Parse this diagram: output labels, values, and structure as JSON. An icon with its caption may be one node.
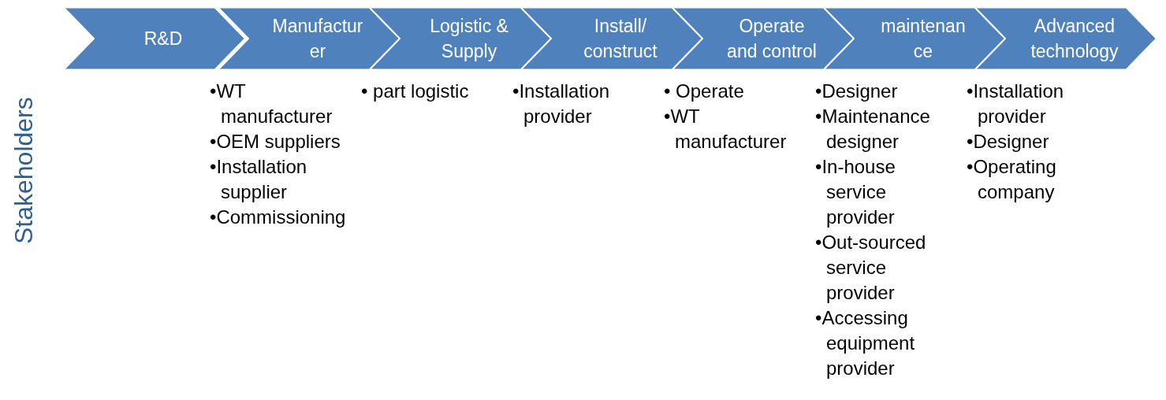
{
  "diagram": {
    "nodes": [
      {
        "text": [
          "R&D"
        ]
      },
      {
        "text": [
          "Manufactur er"
        ],
        "beside": [
          "•WT manufacturer",
          "•OEM suppliers",
          "•Installation supplier",
          "•Commissioning"
        ]
      },
      {
        "text": [
          "Logistic & Supply"
        ],
        "beside": [
          "• part logistic"
        ]
      },
      {
        "text": [
          "Install/ construct"
        ],
        "beside": [
          "•Installation provider"
        ]
      },
      {
        "text": [
          "Operate and control"
        ],
        "beside": [
          "• Operate",
          "•WT manufacturer"
        ]
      },
      {
        "text": [
          "maintenan ce"
        ],
        "beside": [
          "•Designer",
          "•Maintenance designer",
          "•In-house service provider",
          "•Out-sourced service provider",
          "•Accessing equipment provider"
        ]
      },
      {
        "text": [
          "Advanced technology"
        ],
        "beside": [
          "•Installation provider",
          "•Designer",
          "•Operating company"
        ]
      }
    ],
    "labels": [
      "Stakeholders"
    ]
  }
}
